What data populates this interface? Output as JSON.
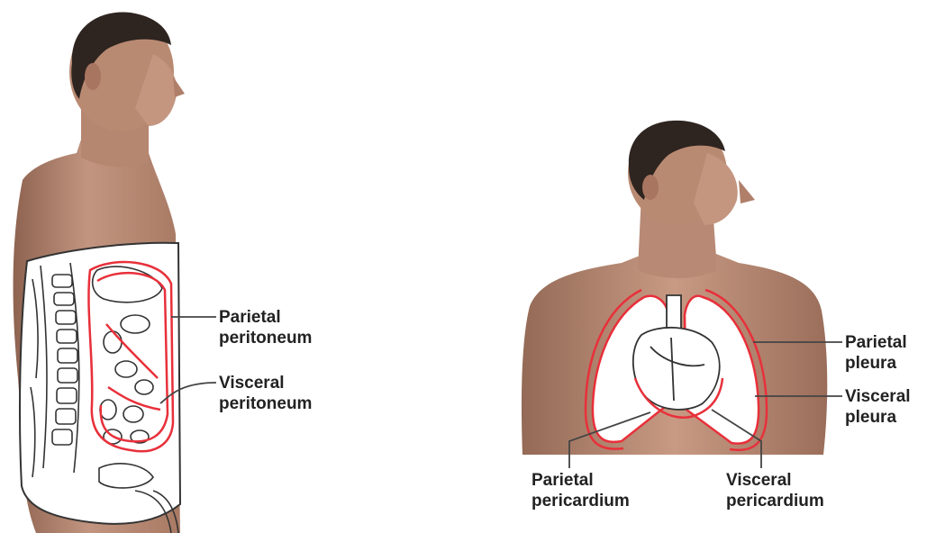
{
  "figure_left": {
    "labels": {
      "parietal_peritoneum": [
        "Parietal",
        "peritoneum"
      ],
      "visceral_peritoneum": [
        "Visceral",
        "peritoneum"
      ]
    }
  },
  "figure_right": {
    "labels": {
      "parietal_pleura": [
        "Parietal",
        "pleura"
      ],
      "visceral_pleura": [
        "Visceral",
        "pleura"
      ],
      "parietal_pericardium": [
        "Parietal",
        "pericardium"
      ],
      "visceral_pericardium": [
        "Visceral",
        "pericardium"
      ]
    }
  },
  "colors": {
    "skin": "#b98a72",
    "skin_shadow": "#8e6350",
    "hair": "#2e2420",
    "membrane": "#e8303a",
    "outline": "#333333",
    "label_text": "#222222"
  }
}
